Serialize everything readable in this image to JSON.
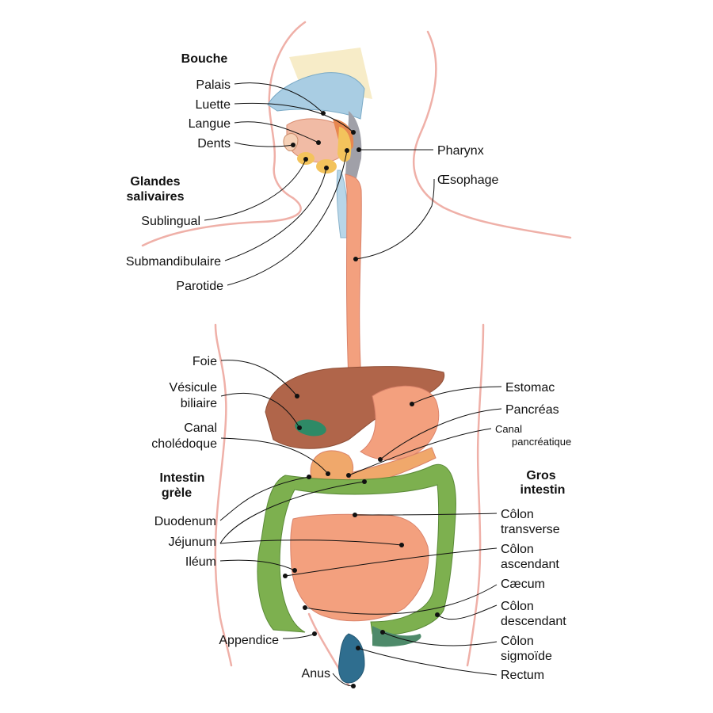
{
  "headings": {
    "mouth": "Bouche",
    "salivary": [
      "Glandes",
      "salivaires"
    ],
    "small_intestine": [
      "Intestin",
      "grèle"
    ],
    "large_intestine": [
      "Gros",
      "intestin"
    ]
  },
  "labels": {
    "palais": "Palais",
    "luette": "Luette",
    "langue": "Langue",
    "dents": "Dents",
    "pharynx": "Pharynx",
    "oesophage": "Œsophage",
    "sublingual": "Sublingual",
    "submandibulaire": "Submandibulaire",
    "parotide": "Parotide",
    "foie": "Foie",
    "vesicule": [
      "Vésicule",
      "biliaire"
    ],
    "canal_choledoque": [
      "Canal",
      "cholédoque"
    ],
    "duodenum": "Duodenum",
    "jejunum": "Jéjunum",
    "ileum": "Iléum",
    "appendice": "Appendice",
    "anus": "Anus",
    "estomac": "Estomac",
    "pancreas": "Pancréas",
    "canal_pancreatique": [
      "Canal",
      "pancréatique"
    ],
    "colon_transverse": [
      "Côlon",
      "transverse"
    ],
    "colon_ascendant": [
      "Côlon",
      "ascendant"
    ],
    "caecum": "Cæcum",
    "colon_descendant": [
      "Côlon",
      "descendant"
    ],
    "colon_sigmoide": [
      "Côlon",
      "sigmoïde"
    ],
    "rectum": "Rectum"
  },
  "colors": {
    "body_outline": "#efb0a8",
    "organ_salmon": "#f3a07e",
    "liver": "#b0654a",
    "colon_green": "#7db04f",
    "gallbladder": "#2e8a66",
    "palate_blue": "#a9cde3",
    "rectum_blue": "#2f6e8f",
    "salivary_yellow": "#f3c35c"
  }
}
